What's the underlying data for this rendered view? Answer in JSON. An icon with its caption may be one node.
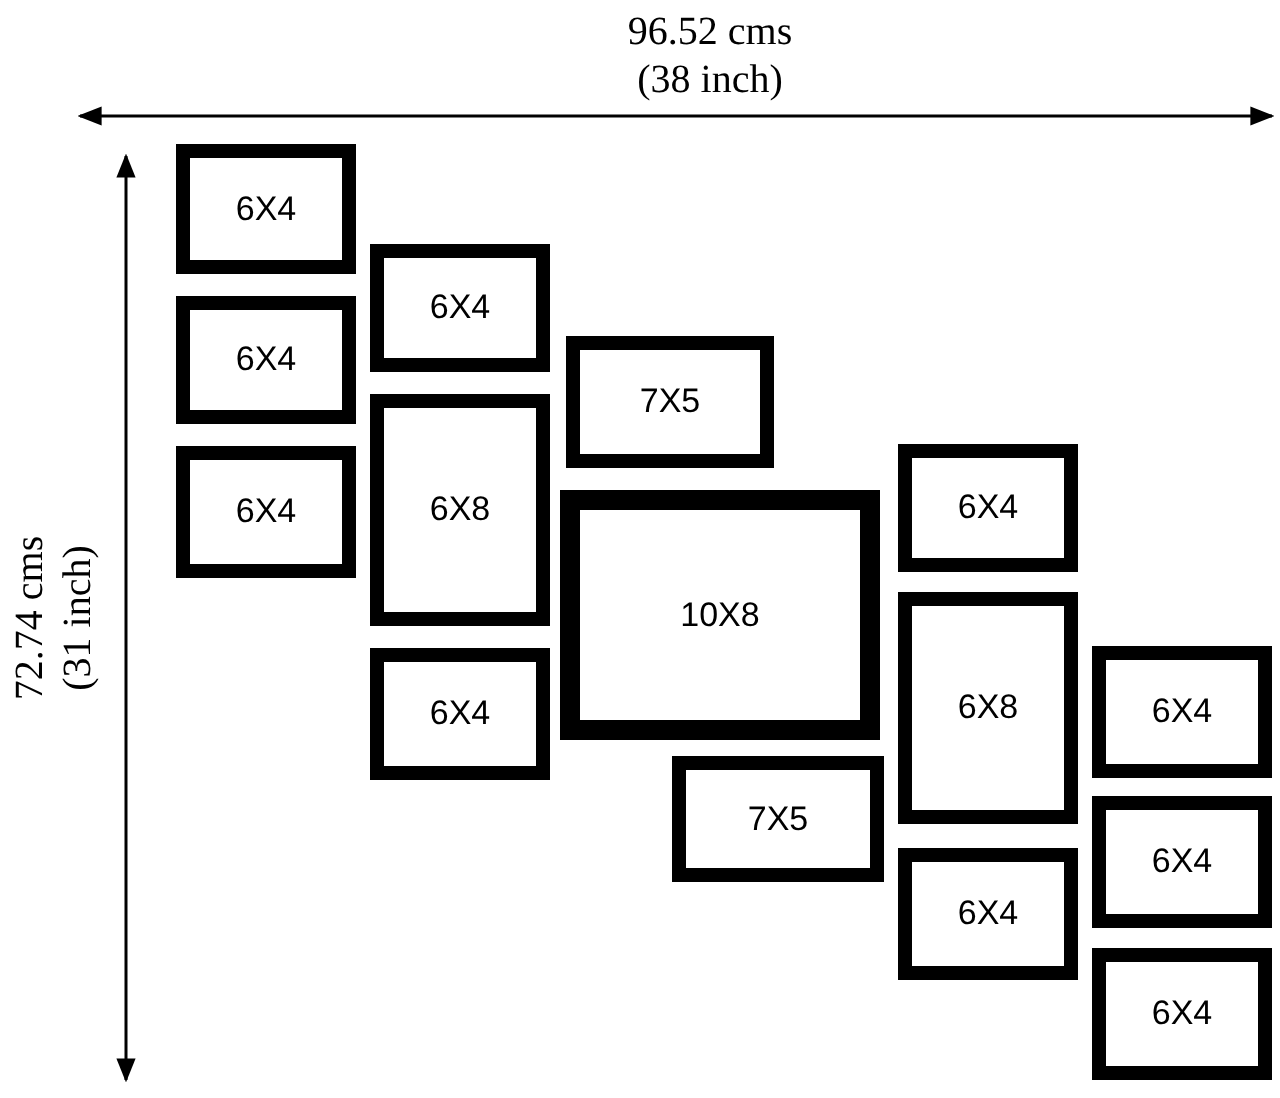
{
  "diagram": {
    "nodes": [
      {
        "text": [
          "6X4"
        ]
      },
      {
        "text": [
          "6X4"
        ]
      },
      {
        "text": [
          "6X4"
        ]
      },
      {
        "text": [
          "6X4"
        ]
      },
      {
        "text": [
          "6X8"
        ]
      },
      {
        "text": [
          "6X4"
        ]
      },
      {
        "text": [
          "7X5"
        ]
      },
      {
        "text": [
          "10X8"
        ]
      },
      {
        "text": [
          "7X5"
        ]
      },
      {
        "text": [
          "6X4"
        ]
      },
      {
        "text": [
          "6X8"
        ]
      },
      {
        "text": [
          "6X4"
        ]
      },
      {
        "text": [
          "6X4"
        ]
      },
      {
        "text": [
          "6X4"
        ]
      },
      {
        "text": [
          "6X4"
        ]
      }
    ],
    "edges": [],
    "labels": [
      "96.52 cms",
      "(38 inch)",
      "72.74 cms",
      "(31 inch)"
    ]
  }
}
